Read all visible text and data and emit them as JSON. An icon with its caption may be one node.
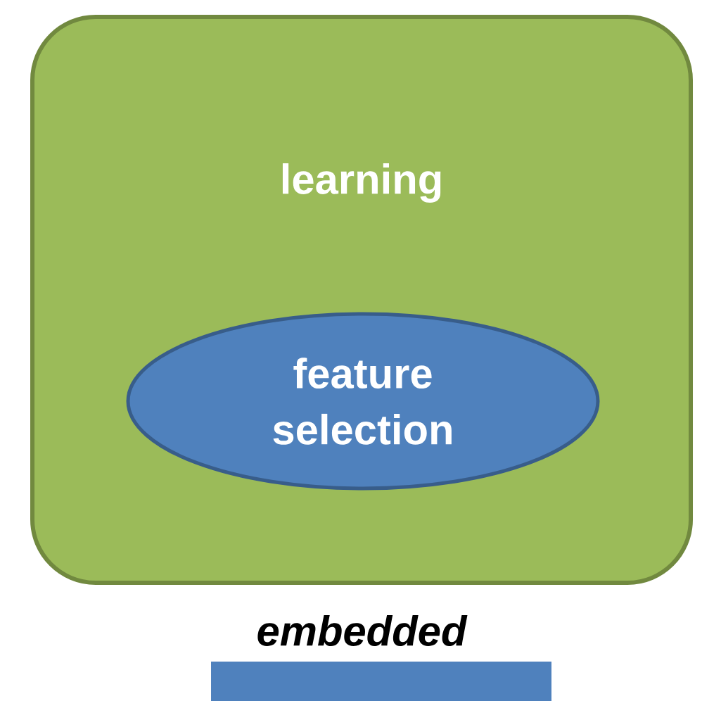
{
  "diagram": {
    "caption": "embedded",
    "nodes": [
      {
        "text": [
          "learning"
        ]
      },
      {
        "text": [
          "feature selection"
        ],
        "in": 0
      },
      {
        "text": [],
        "shape": "bar"
      }
    ]
  }
}
